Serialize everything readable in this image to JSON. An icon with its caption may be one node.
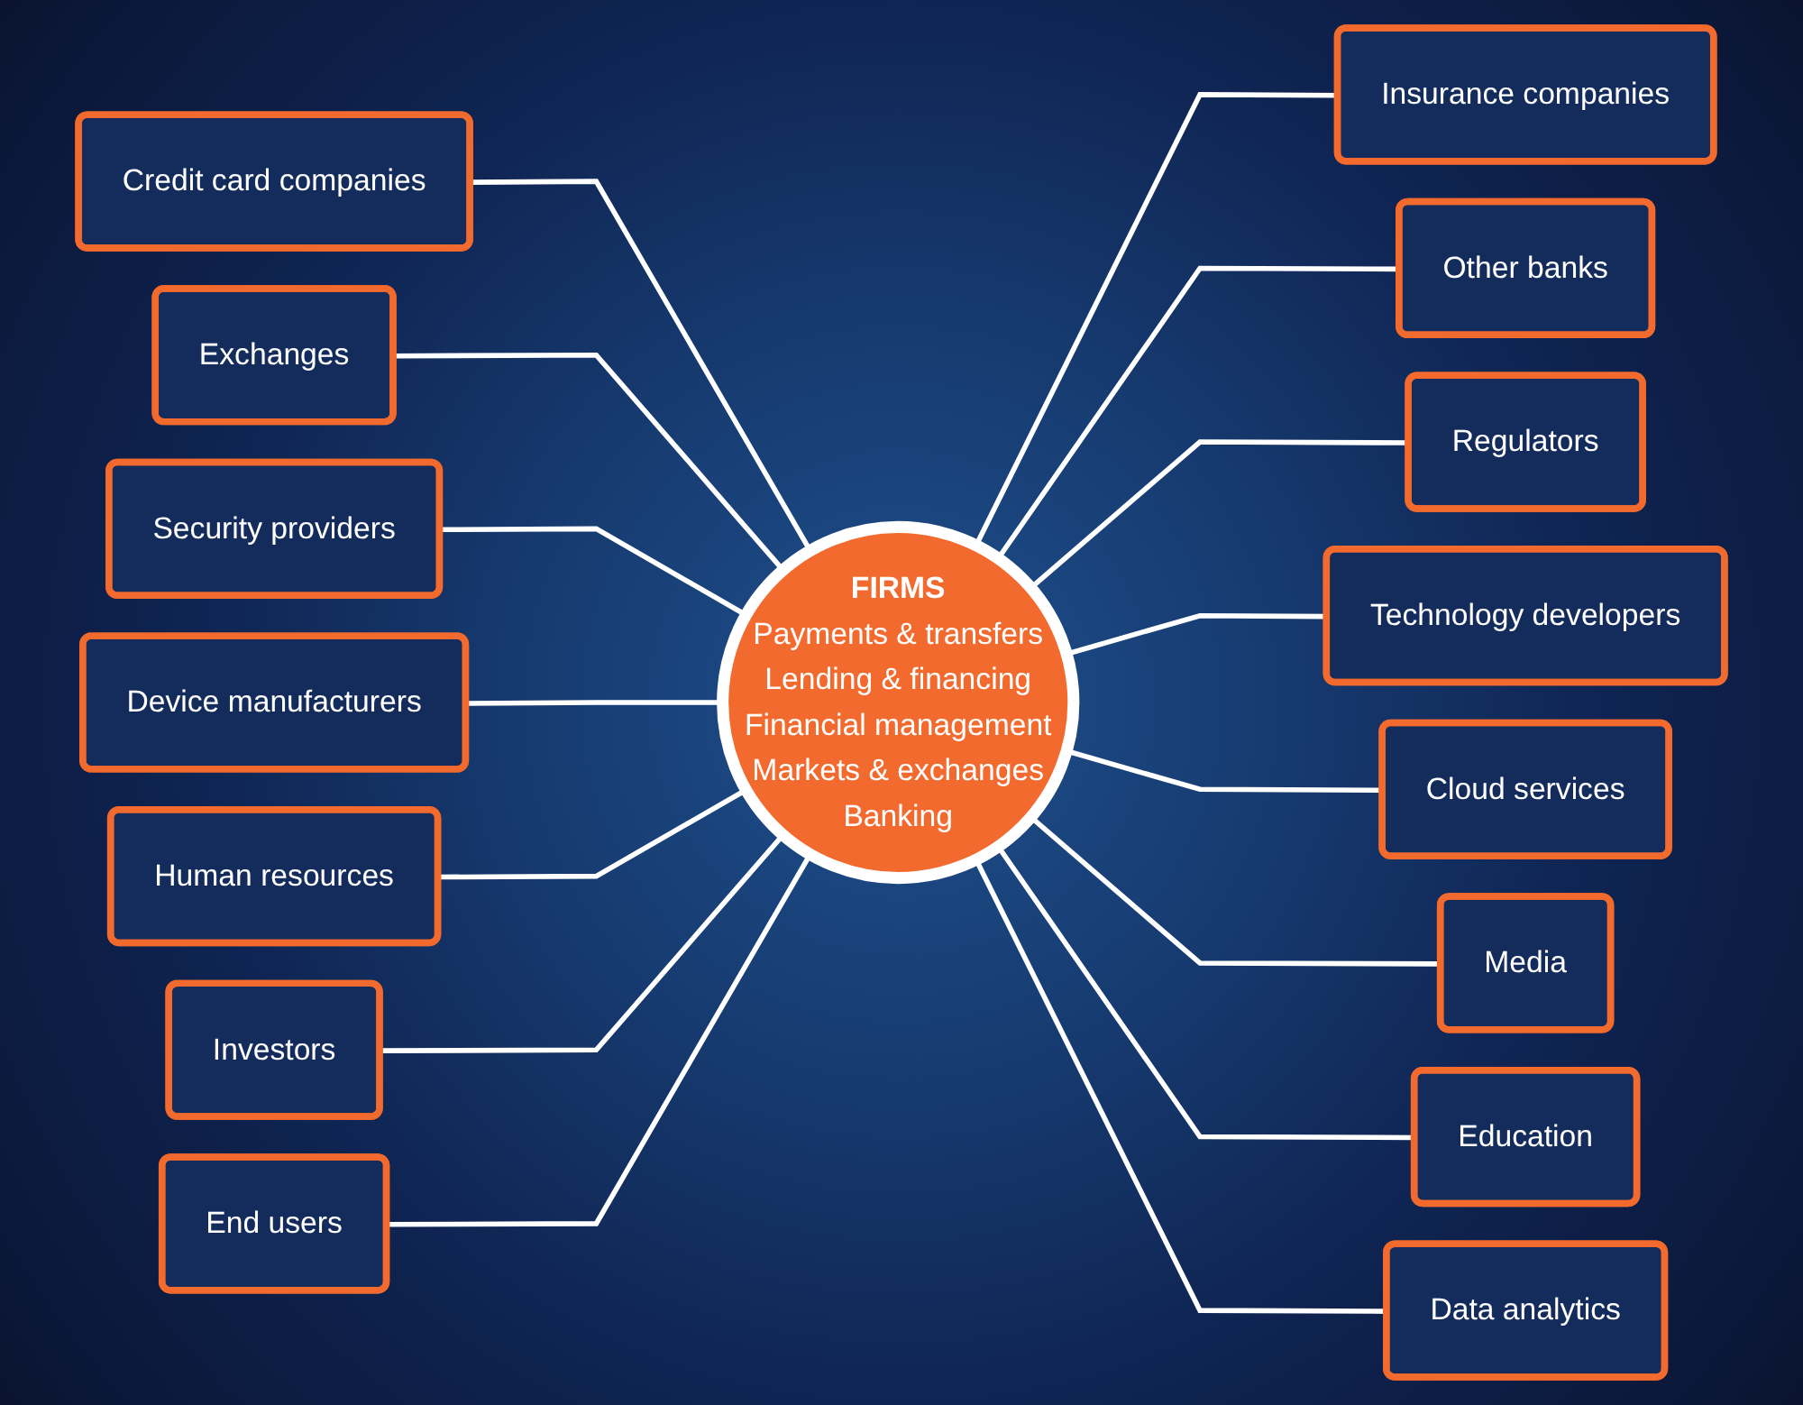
{
  "diagram": {
    "nodes": [
      {
        "text": [
          "FIRMS",
          "Payments & transfers",
          "Lending & financing",
          "Financial management",
          "Markets & exchanges",
          "Banking"
        ]
      },
      {
        "text": [
          "Credit card companies"
        ]
      },
      {
        "text": [
          "Exchanges"
        ]
      },
      {
        "text": [
          "Security providers"
        ]
      },
      {
        "text": [
          "Device manufacturers"
        ]
      },
      {
        "text": [
          "Human resources"
        ]
      },
      {
        "text": [
          "Investors"
        ]
      },
      {
        "text": [
          "End users"
        ]
      },
      {
        "text": [
          "Insurance companies"
        ]
      },
      {
        "text": [
          "Other banks"
        ]
      },
      {
        "text": [
          "Regulators"
        ]
      },
      {
        "text": [
          "Technology developers"
        ]
      },
      {
        "text": [
          "Cloud services"
        ]
      },
      {
        "text": [
          "Media"
        ]
      },
      {
        "text": [
          "Education"
        ]
      },
      {
        "text": [
          "Data analytics"
        ]
      }
    ],
    "edges": [
      {
        "from": 1,
        "to": 0,
        "arrow": "none"
      },
      {
        "from": 2,
        "to": 0,
        "arrow": "none"
      },
      {
        "from": 3,
        "to": 0,
        "arrow": "none"
      },
      {
        "from": 4,
        "to": 0,
        "arrow": "none"
      },
      {
        "from": 5,
        "to": 0,
        "arrow": "none"
      },
      {
        "from": 6,
        "to": 0,
        "arrow": "none"
      },
      {
        "from": 7,
        "to": 0,
        "arrow": "none"
      },
      {
        "from": 0,
        "to": 8,
        "arrow": "none"
      },
      {
        "from": 0,
        "to": 9,
        "arrow": "none"
      },
      {
        "from": 0,
        "to": 10,
        "arrow": "none"
      },
      {
        "from": 0,
        "to": 11,
        "arrow": "none"
      },
      {
        "from": 0,
        "to": 12,
        "arrow": "none"
      },
      {
        "from": 0,
        "to": 13,
        "arrow": "none"
      },
      {
        "from": 0,
        "to": 14,
        "arrow": "none"
      },
      {
        "from": 0,
        "to": 15,
        "arrow": "none"
      }
    ]
  }
}
